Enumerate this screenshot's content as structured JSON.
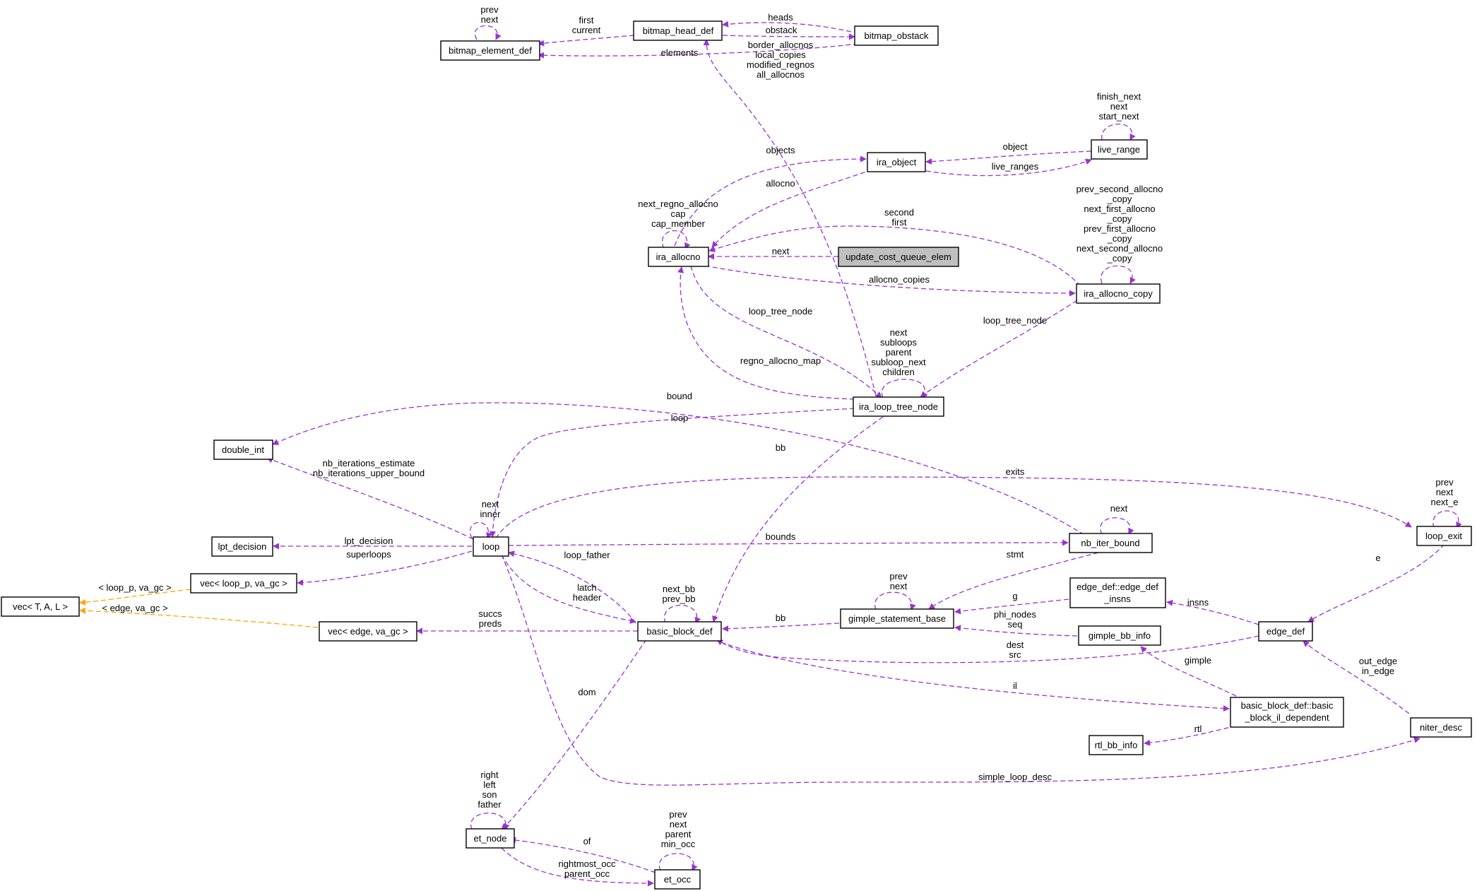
{
  "colors": {
    "member_edge": "#9a32cd",
    "template_edge": "#ffa500",
    "focus_fill": "#bfbfbf",
    "node_fill": "#ffffff"
  },
  "nodes": {
    "bitmap_element_def": "bitmap_element_def",
    "bitmap_head_def": "bitmap_head_def",
    "bitmap_obstack": "bitmap_obstack",
    "ira_object": "ira_object",
    "live_range": "live_range",
    "ira_allocno": "ira_allocno",
    "update_cost_queue_elem": "update_cost_queue_elem",
    "ira_allocno_copy": "ira_allocno_copy",
    "ira_loop_tree_node": "ira_loop_tree_node",
    "double_int": "double_int",
    "loop": "loop",
    "lpt_decision": "lpt_decision",
    "vec_loop_p": "vec< loop_p, va_gc >",
    "vec_tal": "vec< T, A, L >",
    "vec_edge": "vec< edge, va_gc >",
    "basic_block_def": "basic_block_def",
    "gimple_statement_base": "gimple_statement_base",
    "nb_iter_bound": "nb_iter_bound",
    "loop_exit": "loop_exit",
    "edge_def_insns_l1": "edge_def::edge_def",
    "edge_def_insns_l2": "_insns",
    "gimple_bb_info": "gimple_bb_info",
    "edge_def": "edge_def",
    "bb_il_dep_l1": "basic_block_def::basic",
    "bb_il_dep_l2": "_block_il_dependent",
    "rtl_bb_info": "rtl_bb_info",
    "niter_desc": "niter_desc",
    "et_node": "et_node",
    "et_occ": "et_occ"
  },
  "edge_labels": {
    "bed_self": [
      "prev",
      "next"
    ],
    "bhd_to_bed": [
      "first",
      "current"
    ],
    "bo_to_bhd": [
      "heads"
    ],
    "bhd_to_bo": [
      "obstack"
    ],
    "bo_to_bed": [
      "elements"
    ],
    "bo_to_bhd_from_iltn": [
      "border_allocnos",
      "local_copies",
      "modified_regnos",
      "all_allocnos"
    ],
    "lr_self": [
      "finish_next",
      "next",
      "start_next"
    ],
    "lr_to_io": [
      "object"
    ],
    "io_to_lr": [
      "live_ranges"
    ],
    "ia_to_io": [
      "objects"
    ],
    "io_to_ia": [
      "allocno"
    ],
    "ia_self": [
      "next_regno_allocno",
      "cap",
      "cap_member"
    ],
    "iac_self": [
      "prev_second_allocno",
      "_copy",
      "next_first_allocno",
      "_copy",
      "prev_first_allocno",
      "_copy",
      "next_second_allocno",
      "_copy"
    ],
    "iac_to_ia": [
      "second",
      "first"
    ],
    "ucqe_to_ia": [
      "next"
    ],
    "ia_to_iac": [
      "allocno_copies"
    ],
    "ia_to_iltn": [
      "loop_tree_node"
    ],
    "iltn_to_ia": [
      "regno_allocno_map"
    ],
    "iltn_self": [
      "next",
      "subloops",
      "parent",
      "subloop_next",
      "children"
    ],
    "iac_to_iltn": [
      "loop_tree_node"
    ],
    "nib_to_di": [
      "bound"
    ],
    "iltn_to_loop": [
      "loop"
    ],
    "iltn_to_bbd": [
      "bb"
    ],
    "loop_to_di": [
      "nb_iterations_estimate",
      "nb_iterations_upper_bound"
    ],
    "loop_self": [
      "next",
      "inner"
    ],
    "loop_to_le": [
      "exits"
    ],
    "le_self": [
      "prev",
      "next",
      "next_e"
    ],
    "loop_to_lpt": [
      "lpt_decision"
    ],
    "loop_to_vlp": [
      "superloops"
    ],
    "loop_to_nib": [
      "bounds"
    ],
    "nib_self": [
      "next"
    ],
    "nib_to_gsb": [
      "stmt"
    ],
    "le_to_ed": [
      "e"
    ],
    "vlp_to_vtal": [
      "< loop_p, va_gc >"
    ],
    "ve_to_vtal": [
      "< edge, va_gc >"
    ],
    "bbd_to_loop": [
      "loop_father"
    ],
    "loop_to_bbd": [
      "latch",
      "header"
    ],
    "bbd_self": [
      "next_bb",
      "prev_bb"
    ],
    "gsb_self": [
      "prev",
      "next"
    ],
    "edi_to_gsb": [
      "g"
    ],
    "bbd_to_ve": [
      "succs",
      "preds"
    ],
    "gsb_to_bbd": [
      "bb"
    ],
    "gbi_to_gsb": [
      "phi_nodes",
      "seq"
    ],
    "ed_to_edi": [
      "insns"
    ],
    "ed_to_bbd": [
      "dest",
      "src"
    ],
    "nd_to_ed": [
      "out_edge",
      "in_edge"
    ],
    "bbild_to_gbi": [
      "gimple"
    ],
    "bbd_to_et": [
      "dom"
    ],
    "bbd_to_bbild": [
      "il"
    ],
    "bbild_to_rtl": [
      "rtl"
    ],
    "loop_to_nd": [
      "simple_loop_desc"
    ],
    "et_self": [
      "right",
      "left",
      "son",
      "father"
    ],
    "eo_self": [
      "prev",
      "next",
      "parent",
      "min_occ"
    ],
    "eo_to_et": [
      "of"
    ],
    "et_to_eo": [
      "rightmost_occ",
      "parent_occ"
    ]
  }
}
